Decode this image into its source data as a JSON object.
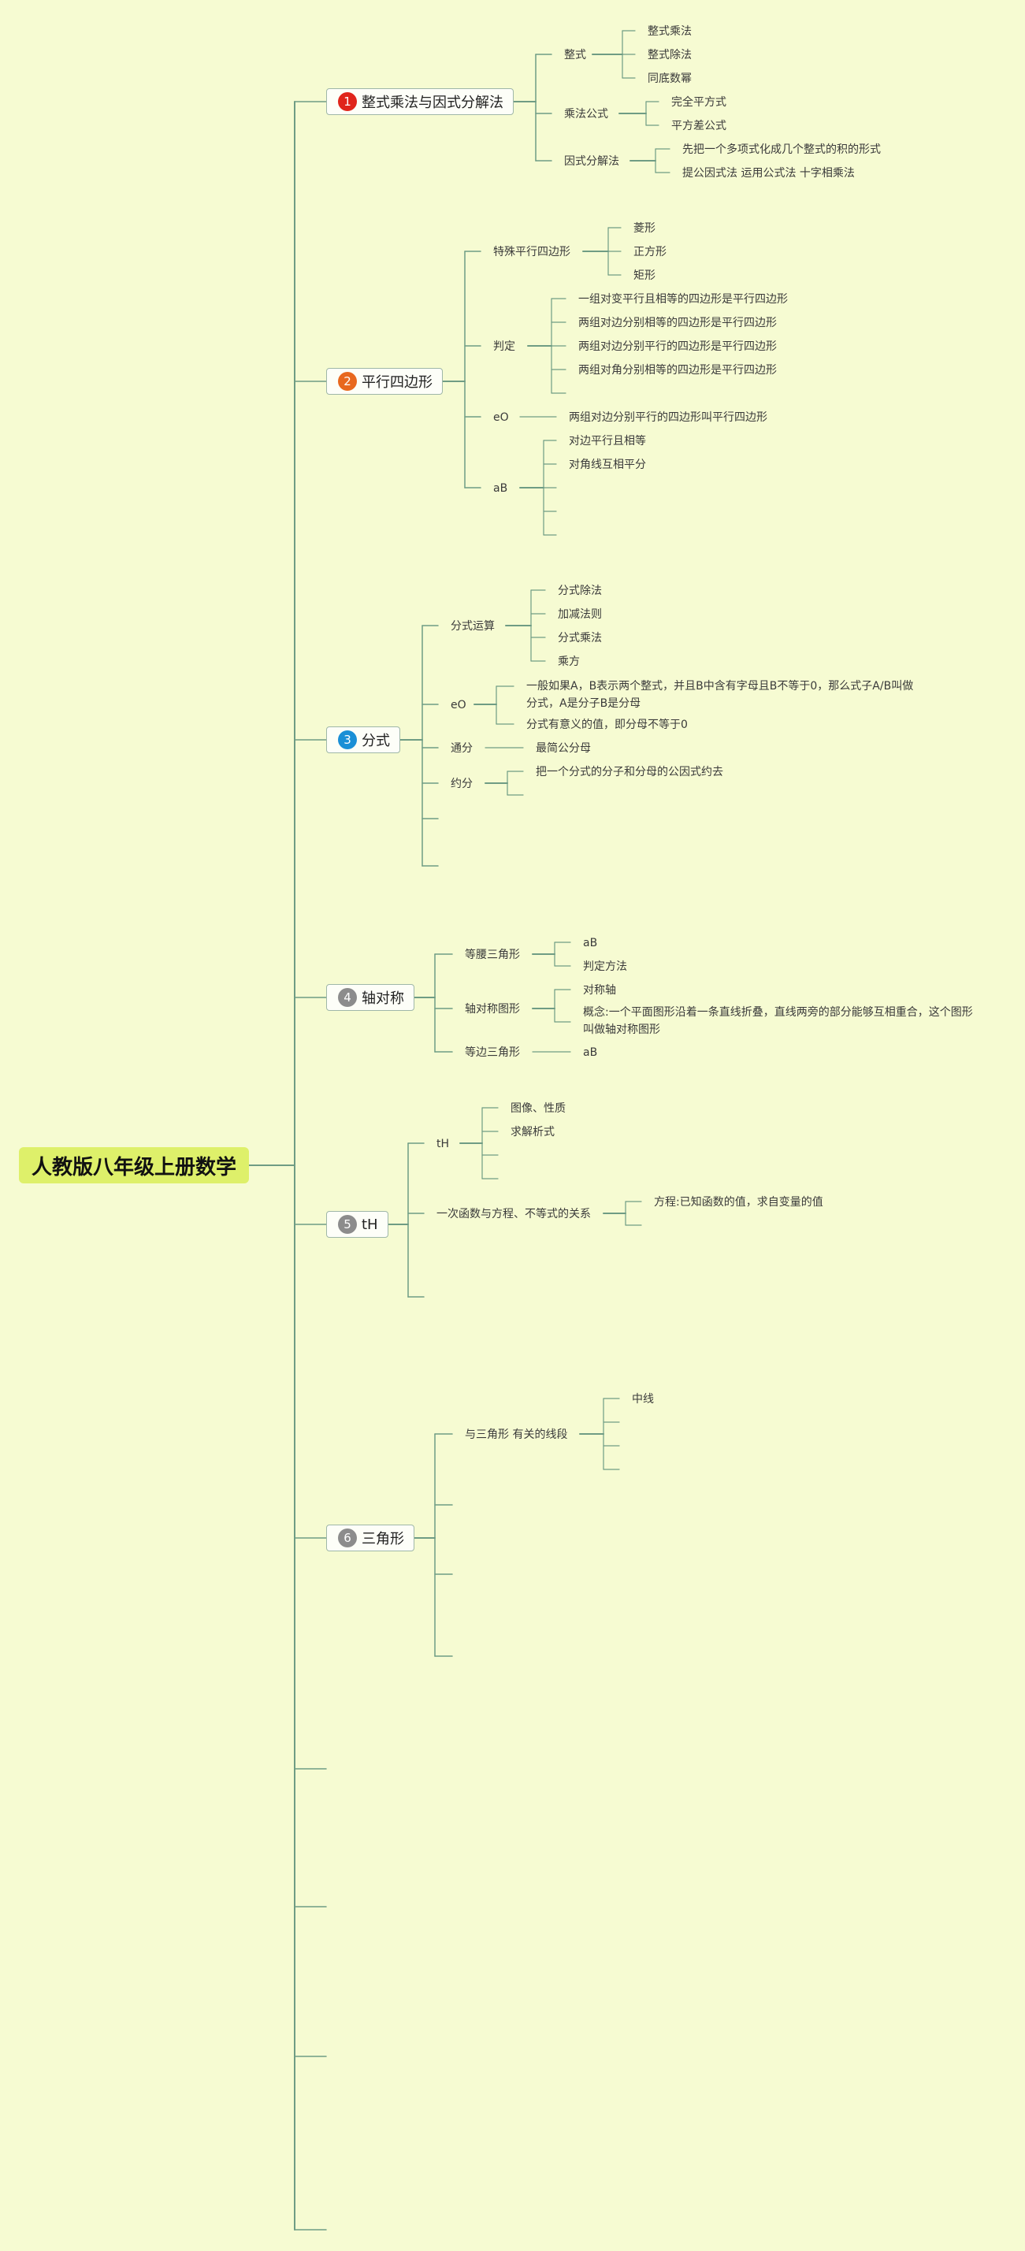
{
  "root": {
    "label": "人教版八年级上册数学",
    "color": "#def06a"
  },
  "colors": {
    "line": "#6f9c84",
    "background": "#f6fbd2"
  },
  "topics": [
    {
      "num": "1",
      "badge_color": "#e0251b",
      "label": "整式乘法与因式分解法",
      "groups": [
        {
          "label": "整式",
          "items": [
            "整式乘法",
            "整式除法",
            "同底数幂"
          ]
        },
        {
          "label": "乘法公式",
          "items": [
            "完全平方式",
            "平方差公式"
          ]
        },
        {
          "label": "因式分解法",
          "items": [
            "先把一个多项式化成几个整式的积的形式",
            "提公因式法 运用公式法 十字相乘法"
          ]
        }
      ]
    },
    {
      "num": "2",
      "badge_color": "#e8681e",
      "label": "平行四边形",
      "groups": [
        {
          "label": "特殊平行四边形",
          "items": [
            "菱形",
            "正方形",
            "矩形"
          ]
        },
        {
          "label": "判定",
          "items": [
            "一组对变平行且相等的四边形是平行四边形",
            "两组对边分别相等的四边形是平行四边形",
            "两组对边分别平行的四边形是平行四边形",
            "两组对角分别相等的四边形是平行四边形"
          ]
        },
        {
          "label": "eO",
          "items": [
            "两组对边分别平行的四边形叫平行四边形"
          ]
        },
        {
          "label": "aB",
          "items": [
            "对边平行且相等",
            "对角线互相平分"
          ]
        }
      ]
    },
    {
      "num": "3",
      "badge_color": "#1a8fd6",
      "label": "分式",
      "groups": [
        {
          "label": "分式运算",
          "items": [
            "分式除法",
            "加减法则",
            "分式乘法",
            "乘方"
          ]
        },
        {
          "label": "eO",
          "items": [
            "一般如果A，B表示两个整式，并且B中含有字母且B不等于0，那么式子A/B叫做分式，A是分子B是分母",
            "分式有意义的值，即分母不等于0"
          ]
        },
        {
          "label": "通分",
          "items": [
            "最简公分母"
          ]
        },
        {
          "label": "约分",
          "items": [
            "把一个分式的分子和分母的公因式约去"
          ]
        }
      ]
    },
    {
      "num": "4",
      "badge_color": "#8c8c8c",
      "label": "轴对称",
      "groups": [
        {
          "label": "等腰三角形",
          "items": [
            "aB",
            "判定方法"
          ]
        },
        {
          "label": "轴对称图形",
          "items": [
            "对称轴",
            "概念:一个平面图形沿着一条直线折叠，直线两旁的部分能够互相重合，这个图形叫做轴对称图形"
          ]
        },
        {
          "label": "等边三角形",
          "items": [
            "aB"
          ]
        }
      ]
    },
    {
      "num": "5",
      "badge_color": "#8c8c8c",
      "label": "tH",
      "groups": [
        {
          "label": "tH",
          "items": [
            "图像、性质",
            "求解析式"
          ]
        },
        {
          "label": "一次函数与方程、不等式的关系",
          "items": [
            "方程:已知函数的值，求自变量的值"
          ]
        }
      ]
    },
    {
      "num": "6",
      "badge_color": "#8c8c8c",
      "label": "三角形",
      "groups": [
        {
          "label": "与三角形 有关的线段",
          "items": [
            "中线"
          ]
        }
      ]
    }
  ]
}
